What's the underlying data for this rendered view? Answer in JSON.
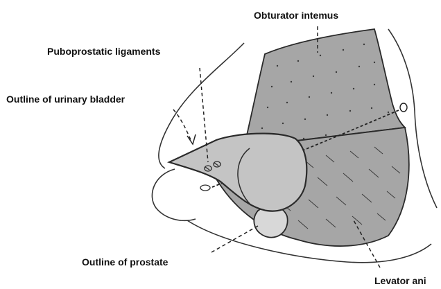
{
  "labels": {
    "obturator": "Obturator intemus",
    "puboprostatic": "Puboprostatic ligaments",
    "bladder": "Outline of urinary bladder",
    "prostate": "Outline of prostate",
    "levator": "Levator ani"
  },
  "colors": {
    "muscle_fill": "#a6a6a6",
    "muscle_light": "#c4c4c4",
    "outline": "#2a2a2a",
    "background": "#ffffff"
  }
}
